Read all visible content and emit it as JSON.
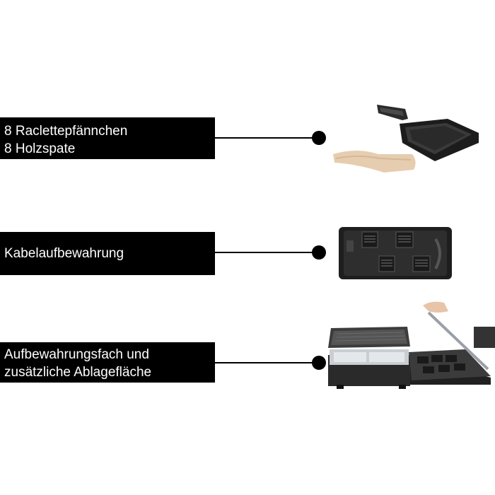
{
  "features": [
    {
      "id": "pans",
      "lines": [
        "8 Raclettepfännchen",
        "8 Holzspate"
      ],
      "image_icon": "raclette-pan-and-spatula-icon"
    },
    {
      "id": "cable",
      "lines": [
        "Kabelaufbewahrung"
      ],
      "image_icon": "cable-storage-underside-icon"
    },
    {
      "id": "storage",
      "lines": [
        "Aufbewahrungsfach und",
        "zusätzliche Ablagefläche"
      ],
      "image_icon": "storage-drawer-grill-icon"
    }
  ],
  "colors": {
    "label_background": "#000000",
    "label_text": "#ffffff",
    "connector": "#000000",
    "page_background": "#ffffff"
  }
}
